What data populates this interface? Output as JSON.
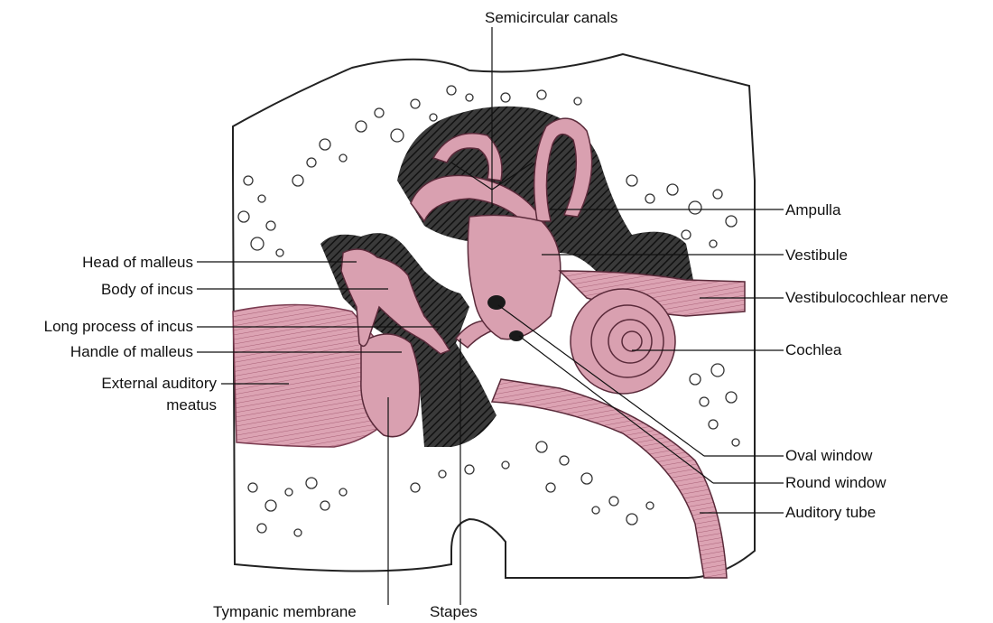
{
  "labels": {
    "semicircular_canals": "Semicircular canals",
    "ampulla": "Ampulla",
    "vestibule": "Vestibule",
    "vestibulocochlear_nerve": "Vestibulocochlear nerve",
    "cochlea": "Cochlea",
    "oval_window": "Oval window",
    "round_window": "Round window",
    "auditory_tube": "Auditory tube",
    "head_of_malleus": "Head of malleus",
    "body_of_incus": "Body of incus",
    "long_process_of_incus": "Long process of incus",
    "handle_of_malleus": "Handle of malleus",
    "external_auditory_meatus_line1": "External auditory",
    "external_auditory_meatus_line2": "meatus",
    "tympanic_membrane": "Tympanic membrane",
    "stapes": "Stapes"
  },
  "colors": {
    "structure_pink": "#d9a0b0",
    "structure_pink_dark": "#b96d84",
    "cavity_dark": "#2a2a2a",
    "bone_outline": "#333333",
    "background": "#ffffff"
  }
}
